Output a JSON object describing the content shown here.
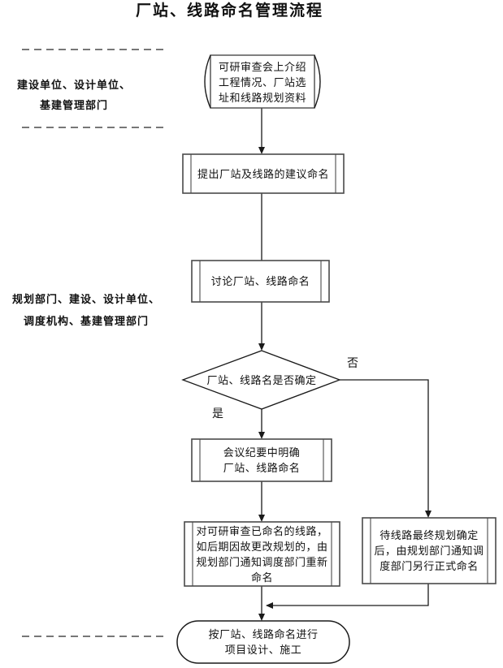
{
  "title": "厂站、线路命名管理流程",
  "lanes": {
    "group1": {
      "lines": [
        "建设单位、设计单位、",
        "基建管理部门"
      ]
    },
    "group2": {
      "lines": [
        "规划部门、建设、设计单位、",
        "调度机构、基建管理部门"
      ]
    }
  },
  "nodes": {
    "start_data": {
      "lines": [
        "可研审查会上介绍",
        "工程情况、厂站选",
        "址和线路规划资料"
      ]
    },
    "propose": {
      "lines": [
        "提出厂站及线路的建议命名"
      ]
    },
    "discuss": {
      "lines": [
        "讨论厂站、线路命名"
      ]
    },
    "decision": {
      "lines": [
        "厂站、线路名是否确定"
      ]
    },
    "minutes": {
      "lines": [
        "会议纪要中明确",
        "厂站、线路命名"
      ]
    },
    "rename": {
      "lines": [
        "对可研审查已命名的线路，",
        "如后期因故更改规划的，由",
        "规划部门通知调度部门重新",
        "命名"
      ]
    },
    "formal": {
      "lines": [
        "待线路最终规划确定",
        "后，由规划部门通知调",
        "度部门另行正式命名"
      ]
    },
    "end": {
      "lines": [
        "按厂站、线路命名进行",
        "项目设计、施工"
      ]
    }
  },
  "edges": {
    "yes_label": "是",
    "no_label": "否"
  },
  "colors": {
    "line": "#1a1a1a",
    "box_border": "#4a4a4a",
    "background": "#ffffff"
  }
}
